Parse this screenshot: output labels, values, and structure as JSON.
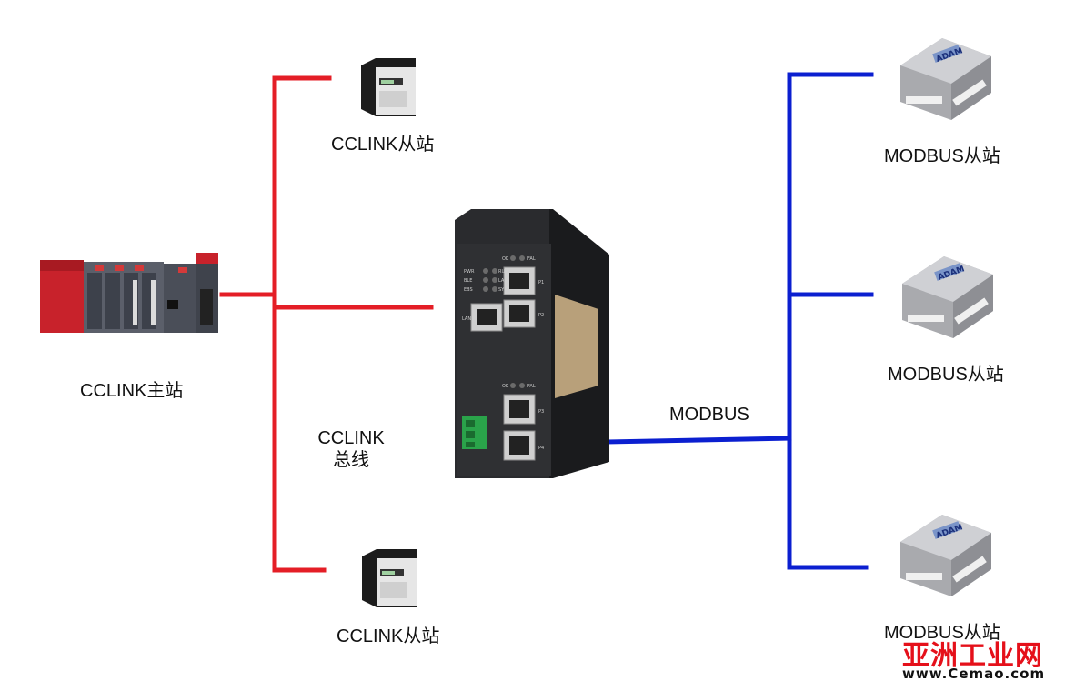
{
  "labels": {
    "master": "CCLINK主站",
    "cclink_slave_top": "CCLINK从站",
    "cclink_slave_bottom": "CCLINK从站",
    "cclink_bus_line1": "CCLINK",
    "cclink_bus_line2": "总线",
    "modbus_bus": "MODBUS",
    "modbus_slave_1": "MODBUS从站",
    "modbus_slave_2": "MODBUS从站",
    "modbus_slave_3": "MODBUS从站"
  },
  "gateway_panel": {
    "leds_left": [
      "PWR",
      "BLE",
      "EBS"
    ],
    "leds_right": [
      "RUN",
      "LAN",
      "SYS"
    ],
    "top_status": [
      "OK",
      "FAL"
    ],
    "bottom_status": [
      "OK",
      "FAL"
    ],
    "ports": [
      "P1",
      "P2",
      "P3",
      "P4"
    ],
    "lan": "LAN"
  },
  "adam_brand": "ADAM",
  "watermark": {
    "brand": "亚洲工业网",
    "url": "www.Cemao.com"
  },
  "colors": {
    "cclink_bus": "#e41e26",
    "modbus_bus": "#0b1fd0"
  }
}
